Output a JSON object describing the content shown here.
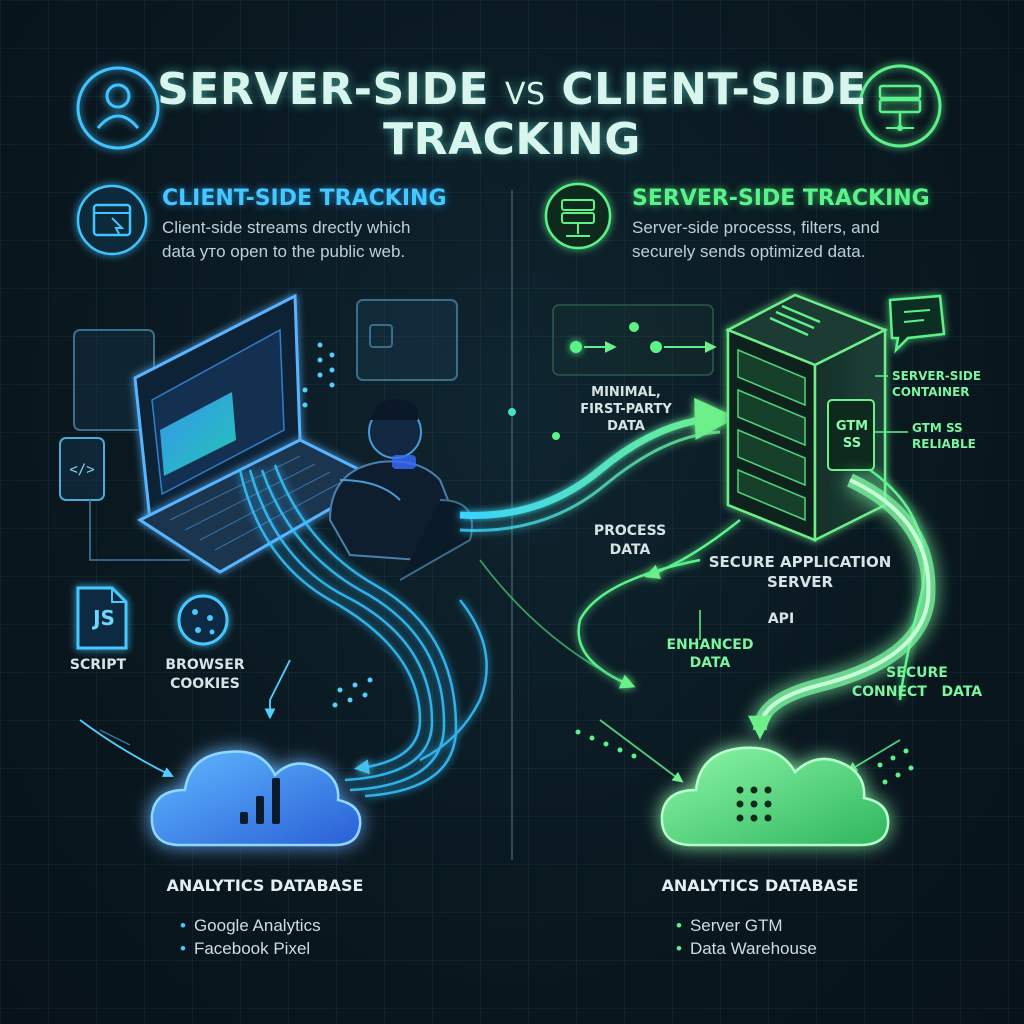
{
  "title": {
    "left": "SERVER-SIDE",
    "vs": "VS",
    "right": "CLIENT-SIDE",
    "line2": "TRACKING"
  },
  "client": {
    "heading": "CLIENT-SIDE TRACKING",
    "desc_line1": "Client-side streams drectly which",
    "desc_line2": "data утo open to the public web.",
    "script_badge": "JS",
    "script_label": "SCRIPT",
    "cookies_label_1": "BROWSER",
    "cookies_label_2": "COOKIES",
    "database_title": "ANALYTICS DATABASE",
    "database_items": [
      "Google Analytics",
      "Facebook Pixel"
    ]
  },
  "server": {
    "heading": "SERVER-SIDE TRACKING",
    "desc_line1": "Server-side processs, filters, and",
    "desc_line2": "securely sends optimized data.",
    "minimal_1": "MINIMAL,",
    "minimal_2": "FIRST-PARTY",
    "minimal_3": "DATA",
    "container_1": "SERVER-SIDE",
    "container_2": "CONTAINER",
    "gtm_1": "GTM SS",
    "gtm_2": "RELIABLE",
    "server_badge_1": "GTM",
    "server_badge_2": "SS",
    "process_1": "PROCESS",
    "process_2": "DATA",
    "app_server_1": "SECURE APPLICATION",
    "app_server_2": "SERVER",
    "api": "API",
    "enhanced_1": "ENHANCED",
    "enhanced_2": "DATA",
    "secure_1": "SECURE",
    "secure_2": "CONNECT   DATA",
    "database_title": "ANALYTICS DATABASE",
    "database_items": [
      "Server GTM",
      "Data Warehouse"
    ]
  },
  "colors": {
    "client_accent": "#44c8ff",
    "server_accent": "#5cf28a",
    "background": "#0a1820"
  },
  "icons": [
    "user-icon",
    "server-rack-icon",
    "browser-cursor-icon",
    "server-small-icon",
    "code-icon",
    "js-file-icon",
    "cookie-icon",
    "bar-chart-icon",
    "dot-grid-icon",
    "chat-icon"
  ]
}
